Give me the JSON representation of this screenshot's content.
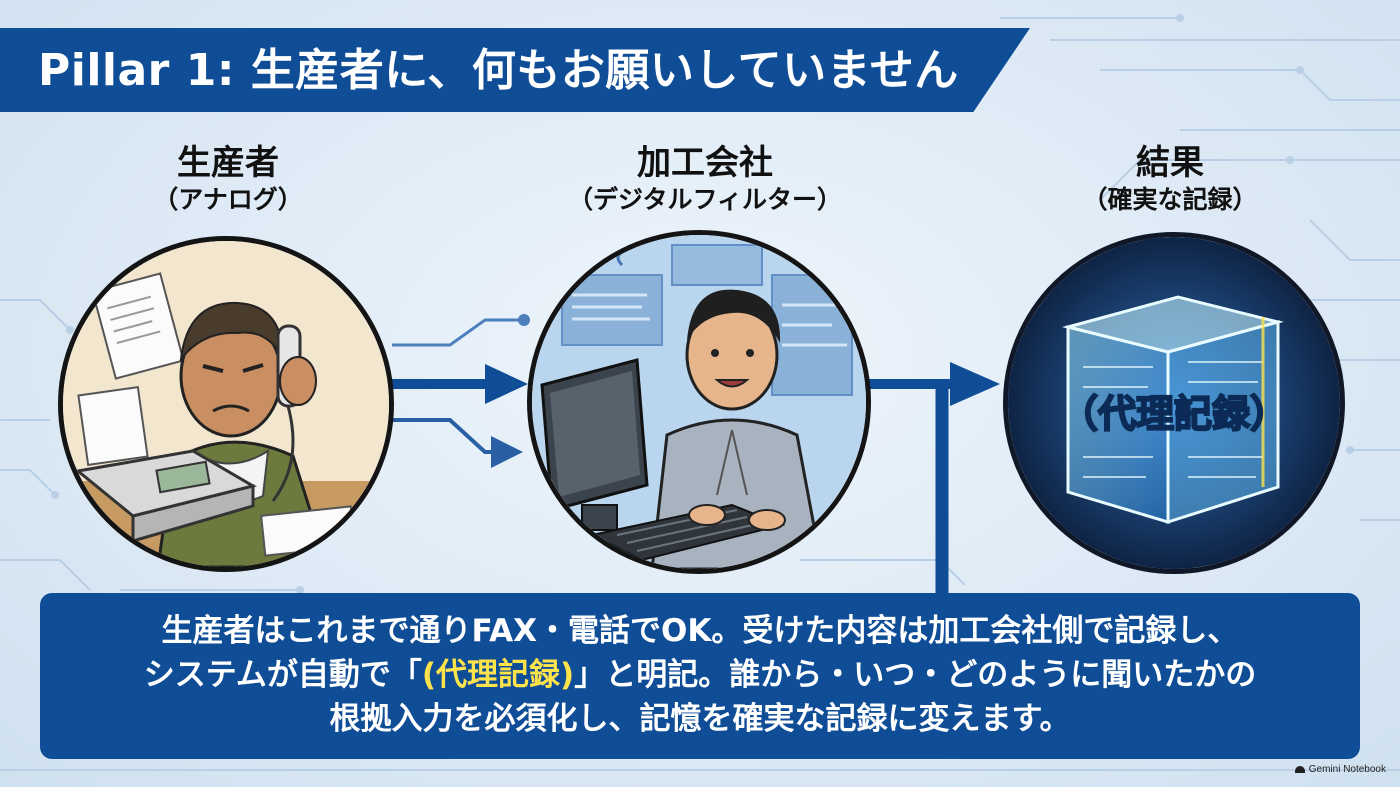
{
  "title": "Pillar 1: 生産者に、何もお願いしていません",
  "columns": [
    {
      "name": "生産者",
      "sub": "（アナログ）"
    },
    {
      "name": "加工会社",
      "sub": "（デジタルフィルター）"
    },
    {
      "name": "結果",
      "sub": "（確実な記録）"
    }
  ],
  "cube_label": "（代理記録）",
  "info": {
    "line1": "生産者はこれまで通りFAX・電話でOK。受けた内容は加工会社側で記録し、",
    "line2_pre": "システムが自動で「",
    "line2_hl": "(代理記録)",
    "line2_post": "」と明記。誰から・いつ・どのように聞いたかの",
    "line3": "根拠入力を必須化し、記憶を確実な記録に変えます。"
  },
  "watermark": "Gemini Notebook",
  "colors": {
    "brand_blue": "#0f4d97",
    "highlight": "#ffe34a",
    "cube_glow": "#7fd8ff"
  }
}
